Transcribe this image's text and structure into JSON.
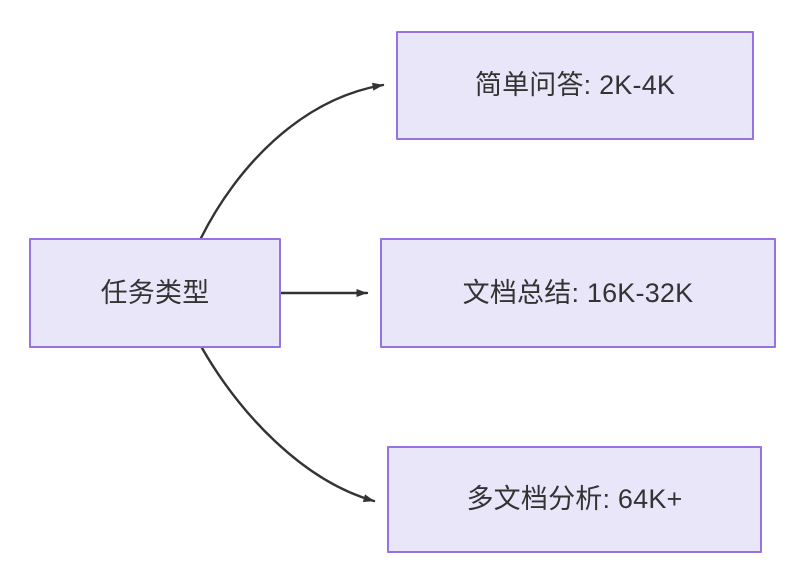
{
  "diagram": {
    "type": "flowchart",
    "direction": "left-to-right",
    "background_color": "#ffffff",
    "node_fill_color": "#E9E6FA",
    "node_border_color": "#9673E0",
    "node_text_color": "#333333",
    "edge_color": "#333333",
    "nodes": [
      {
        "id": "source",
        "label": "任务类型"
      },
      {
        "id": "simple_qa",
        "label": "简单问答: 2K-4K"
      },
      {
        "id": "doc_summary",
        "label": "文档总结: 16K-32K"
      },
      {
        "id": "multi_doc",
        "label": "多文档分析: 64K+"
      }
    ],
    "edges": [
      {
        "from": "source",
        "to": "simple_qa",
        "style": "curved",
        "label": ""
      },
      {
        "from": "source",
        "to": "doc_summary",
        "style": "straight",
        "label": ""
      },
      {
        "from": "source",
        "to": "multi_doc",
        "style": "curved",
        "label": ""
      }
    ]
  }
}
